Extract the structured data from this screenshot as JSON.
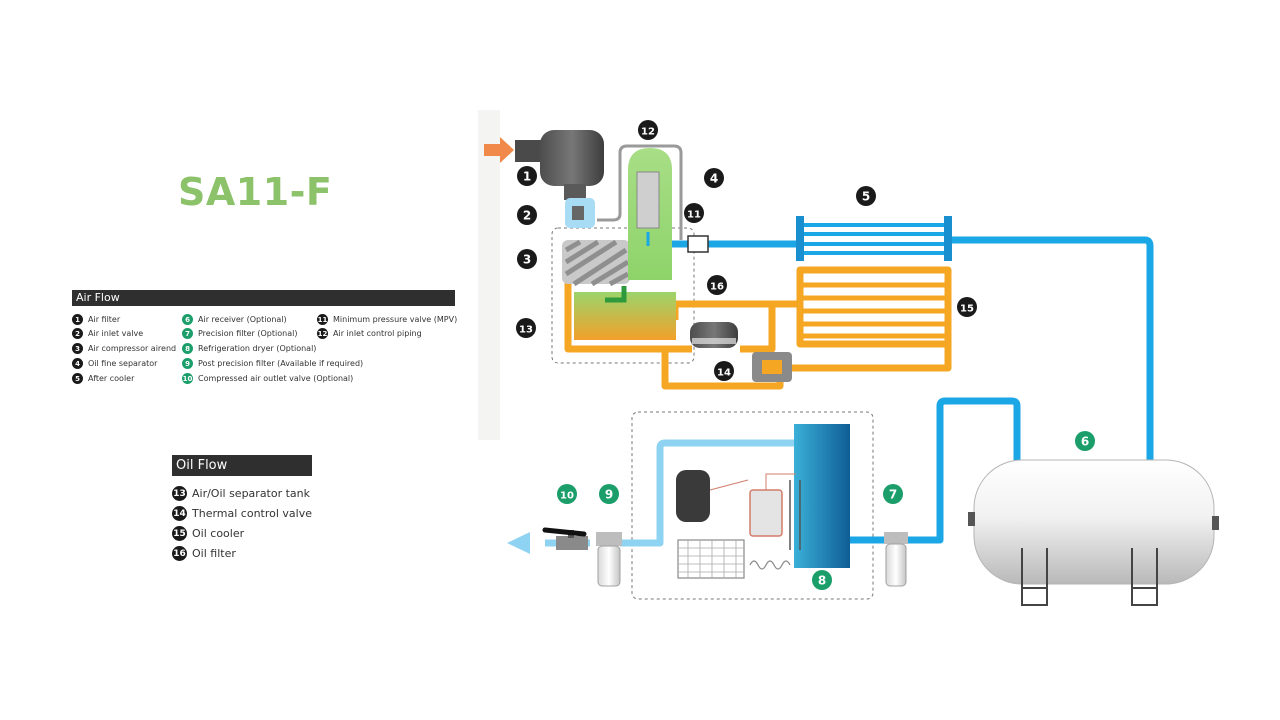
{
  "model": {
    "name": "SA11-F",
    "color": "#8cc26a"
  },
  "air_flow": {
    "title": "Air Flow",
    "items": [
      {
        "num": "1",
        "label": "Air filter",
        "badge": "black"
      },
      {
        "num": "2",
        "label": "Air inlet valve",
        "badge": "black"
      },
      {
        "num": "3",
        "label": "Air compressor airend",
        "badge": "black"
      },
      {
        "num": "4",
        "label": "Oil fine separator",
        "badge": "black"
      },
      {
        "num": "5",
        "label": "After cooler",
        "badge": "black"
      },
      {
        "num": "6",
        "label": "Air receiver (Optional)",
        "badge": "green"
      },
      {
        "num": "7",
        "label": "Precision filter (Optional)",
        "badge": "green"
      },
      {
        "num": "8",
        "label": "Refrigeration dryer (Optional)",
        "badge": "green"
      },
      {
        "num": "9",
        "label": "Post precision filter (Available if required)",
        "badge": "green"
      },
      {
        "num": "10",
        "label": "Compressed air outlet valve (Optional)",
        "badge": "green"
      },
      {
        "num": "11",
        "label": "Minimum pressure valve (MPV)",
        "badge": "black"
      },
      {
        "num": "12",
        "label": "Air inlet control piping",
        "badge": "black"
      }
    ]
  },
  "oil_flow": {
    "title": "Oil Flow",
    "items": [
      {
        "num": "13",
        "label": "Air/Oil separator tank"
      },
      {
        "num": "14",
        "label": "Thermal control valve"
      },
      {
        "num": "15",
        "label": "Oil cooler"
      },
      {
        "num": "16",
        "label": "Oil filter"
      }
    ]
  },
  "diagram": {
    "labels": [
      "1",
      "2",
      "3",
      "4",
      "5",
      "6",
      "7",
      "8",
      "9",
      "10",
      "11",
      "12",
      "13",
      "14",
      "15",
      "16"
    ]
  },
  "colors": {
    "air_line": "#1ba6e6",
    "air_line_light": "#8fd3f2",
    "oil_line": "#f5a623",
    "oil_green": "#8ed36a",
    "badge_black": "#1a1a1a",
    "badge_green": "#1b9e6a",
    "inlet_arrow": "#f0894a",
    "bar": "#2f2f2f"
  }
}
